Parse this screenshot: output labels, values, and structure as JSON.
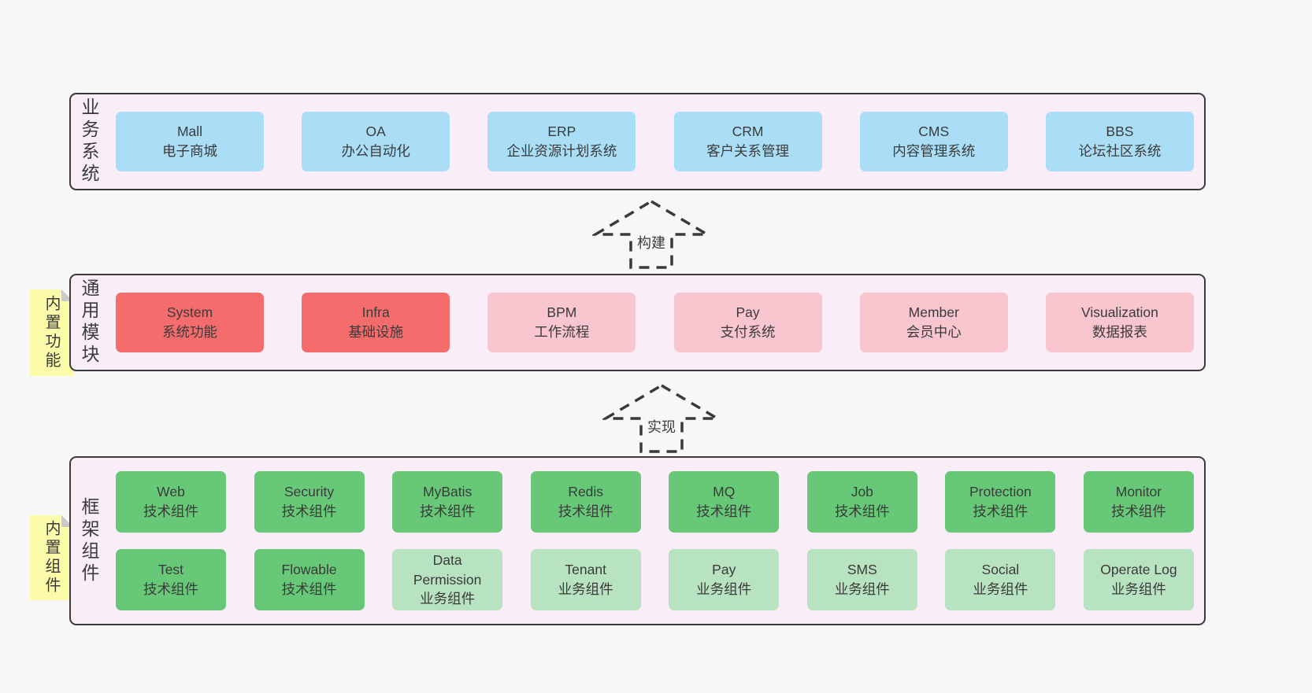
{
  "colors": {
    "page_bg": "#f7f7f7",
    "band_bg": "#f9eef7",
    "band_border": "#3a3a3a",
    "blue": "#aadef7",
    "red": "#f56c6c",
    "pink": "#f9c5ce",
    "green": "#67c877",
    "lightgreen": "#b7e3c1",
    "note_yellow": "#fbfba9",
    "note_fold": "#c9c9c9",
    "text": "#3b3b3b"
  },
  "bands": [
    {
      "label": "业务系统",
      "boxes": [
        {
          "title": "Mall",
          "subtitle": "电子商城"
        },
        {
          "title": "OA",
          "subtitle": "办公自动化"
        },
        {
          "title": "ERP",
          "subtitle": "企业资源计划系统"
        },
        {
          "title": "CRM",
          "subtitle": "客户关系管理"
        },
        {
          "title": "CMS",
          "subtitle": "内容管理系统"
        },
        {
          "title": "BBS",
          "subtitle": "论坛社区系统"
        }
      ]
    },
    {
      "label": "通用模块",
      "note": "内置功能",
      "boxes": [
        {
          "title": "System",
          "subtitle": "系统功能"
        },
        {
          "title": "Infra",
          "subtitle": "基础设施"
        },
        {
          "title": "BPM",
          "subtitle": "工作流程"
        },
        {
          "title": "Pay",
          "subtitle": "支付系统"
        },
        {
          "title": "Member",
          "subtitle": "会员中心"
        },
        {
          "title": "Visualization",
          "subtitle": "数据报表"
        }
      ]
    },
    {
      "label": "框架组件",
      "note": "内置组件",
      "rows": [
        {
          "boxes": [
            {
              "title": "Web",
              "subtitle": "技术组件"
            },
            {
              "title": "Security",
              "subtitle": "技术组件"
            },
            {
              "title": "MyBatis",
              "subtitle": "技术组件"
            },
            {
              "title": "Redis",
              "subtitle": "技术组件"
            },
            {
              "title": "MQ",
              "subtitle": "技术组件"
            },
            {
              "title": "Job",
              "subtitle": "技术组件"
            },
            {
              "title": "Protection",
              "subtitle": "技术组件"
            },
            {
              "title": "Monitor",
              "subtitle": "技术组件"
            }
          ]
        },
        {
          "boxes": [
            {
              "title": "Test",
              "subtitle": "技术组件"
            },
            {
              "title": "Flowable",
              "subtitle": "技术组件"
            },
            {
              "title": "Data Permission",
              "subtitle": "业务组件"
            },
            {
              "title": "Tenant",
              "subtitle": "业务组件"
            },
            {
              "title": "Pay",
              "subtitle": "业务组件"
            },
            {
              "title": "SMS",
              "subtitle": "业务组件"
            },
            {
              "title": "Social",
              "subtitle": "业务组件"
            },
            {
              "title": "Operate Log",
              "subtitle": "业务组件"
            }
          ]
        }
      ]
    }
  ],
  "arrows": [
    {
      "label": "构建"
    },
    {
      "label": "实现"
    }
  ]
}
